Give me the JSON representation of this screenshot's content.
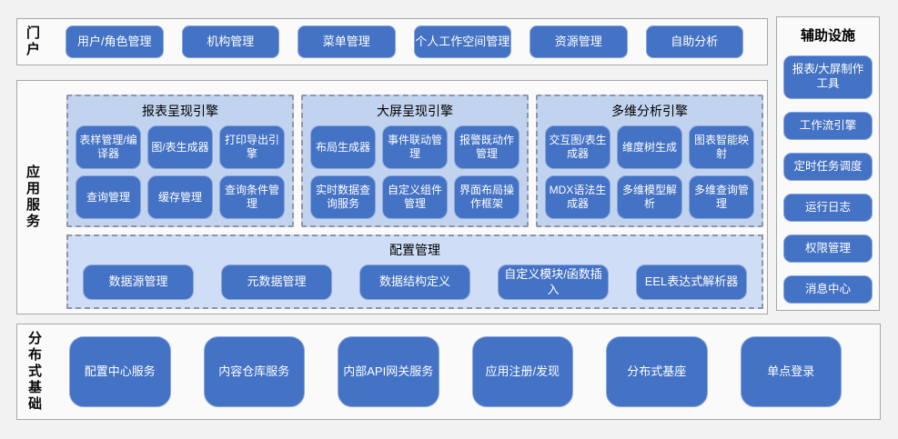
{
  "portal": {
    "label": "门户",
    "items": [
      "用户/角色管理",
      "机构管理",
      "菜单管理",
      "个人工作空间管理",
      "资源管理",
      "自助分析"
    ]
  },
  "app_services": {
    "label": "应用服务",
    "engines": [
      {
        "title": "报表呈现引擎",
        "items": [
          "表样管理/编译器",
          "图/表生成器",
          "打印导出引擎",
          "查询管理",
          "缓存管理",
          "查询条件管理"
        ]
      },
      {
        "title": "大屏呈现引擎",
        "items": [
          "布局生成器",
          "事件联动管理",
          "报警既动作管理",
          "实时数据查询服务",
          "自定义组件管理",
          "界面布局操作框架"
        ]
      },
      {
        "title": "多维分析引擎",
        "items": [
          "交互图/表生成器",
          "维度树生成",
          "图表智能映射",
          "MDX语法生成器",
          "多维模型解析",
          "多维查询管理"
        ]
      }
    ],
    "config": {
      "title": "配置管理",
      "items": [
        "数据源管理",
        "元数据管理",
        "数据结构定义",
        "自定义模块/函数插入",
        "EEL表达式解析器"
      ]
    }
  },
  "distributed": {
    "label": "分布式基础",
    "items": [
      "配置中心服务",
      "内容仓库服务",
      "内部API网关服务",
      "应用注册/发现",
      "分布式基座",
      "单点登录"
    ]
  },
  "auxiliary": {
    "title": "辅助设施",
    "items": [
      "报表/大屏制作工具",
      "工作流引擎",
      "定时任务调度",
      "运行日志",
      "权限管理",
      "消息中心"
    ]
  },
  "colors": {
    "button": "#4472c4",
    "button_border": "#8ba6da",
    "engine_group_bg": "#c1d3ef",
    "config_bg": "#cfdef6",
    "dashed_border": "#8d95a5",
    "page_bg": "#f2f2f2"
  }
}
